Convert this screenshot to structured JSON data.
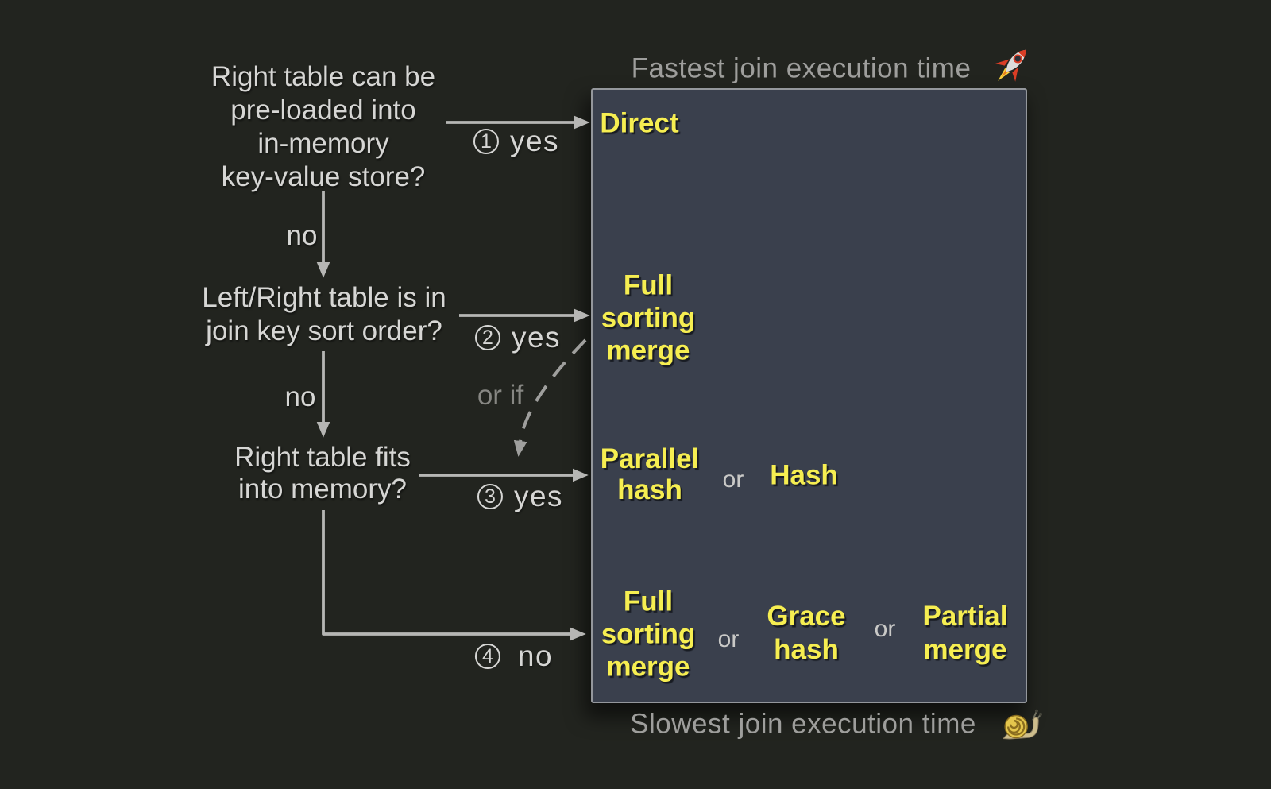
{
  "colors": {
    "bg": "#22241f",
    "boxbg": "#3a404d",
    "boxborder": "#94979c",
    "yellow": "#f6ee51",
    "white": "#d6d6d4",
    "gray": "#9e9e9c",
    "dim": "#878783",
    "arrow": "#b6b6b4"
  },
  "captions": {
    "top": "Fastest join execution time",
    "bottom": "Slowest join execution time"
  },
  "icons": {
    "top": "rocket-icon",
    "bottom": "snail-icon"
  },
  "questions": [
    {
      "text": "Right table can be\npre-loaded into\nin-memory\nkey-value store?"
    },
    {
      "text": "Left/Right table is in\njoin key sort order?"
    },
    {
      "text": "Right table fits\ninto memory?"
    }
  ],
  "branch_labels": [
    {
      "num": "1",
      "answer": "yes"
    },
    {
      "num": "2",
      "answer": "yes"
    },
    {
      "num": "3",
      "answer": "yes"
    },
    {
      "num": "4",
      "answer": "no"
    }
  ],
  "no_labels": {
    "first": "no",
    "second": "no"
  },
  "alt_label": "or if",
  "results": {
    "direct": "Direct",
    "full_sorting_merge_top": "Full\nsorting\nmerge",
    "parallel_hash": "Parallel\nhash",
    "or_1": "or",
    "hash": "Hash",
    "full_sorting_merge_bottom": "Full\nsorting\nmerge",
    "or_2": "or",
    "grace_hash": "Grace\nhash",
    "or_3": "or",
    "partial_merge": "Partial\nmerge"
  }
}
